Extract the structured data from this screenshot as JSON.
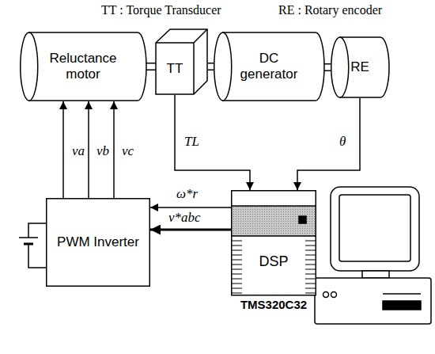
{
  "diagram": {
    "nodes": [
      {
        "text": [
          "Reluctance motor"
        ]
      },
      {
        "text": [
          "TT"
        ]
      },
      {
        "text": [
          "DC generator"
        ]
      },
      {
        "text": [
          "RE"
        ]
      },
      {
        "text": [
          "PWM Inverter"
        ]
      },
      {
        "text": [
          "DSP",
          "TMS320C32"
        ]
      }
    ],
    "edges": [
      {
        "from": 0,
        "to": 1,
        "arrow": "none"
      },
      {
        "from": 1,
        "to": 2,
        "arrow": "none"
      },
      {
        "from": 2,
        "to": 3,
        "arrow": "none"
      },
      {
        "from": 4,
        "to": 0,
        "label": "va",
        "arrow": "to"
      },
      {
        "from": 4,
        "to": 0,
        "label": "vb",
        "arrow": "to"
      },
      {
        "from": 4,
        "to": 0,
        "label": "vc",
        "arrow": "to"
      },
      {
        "from": 1,
        "to": 5,
        "label": "TL",
        "arrow": "to"
      },
      {
        "from": 3,
        "to": 5,
        "label": "θ",
        "arrow": "to"
      },
      {
        "from": 5,
        "to": 4,
        "label": "ω*r",
        "arrow": "to"
      },
      {
        "from": 5,
        "to": 4,
        "label": "v*abc",
        "arrow": "to"
      }
    ],
    "labels": [
      "TT : Torque Transducer",
      "RE : Rotary encoder"
    ]
  }
}
